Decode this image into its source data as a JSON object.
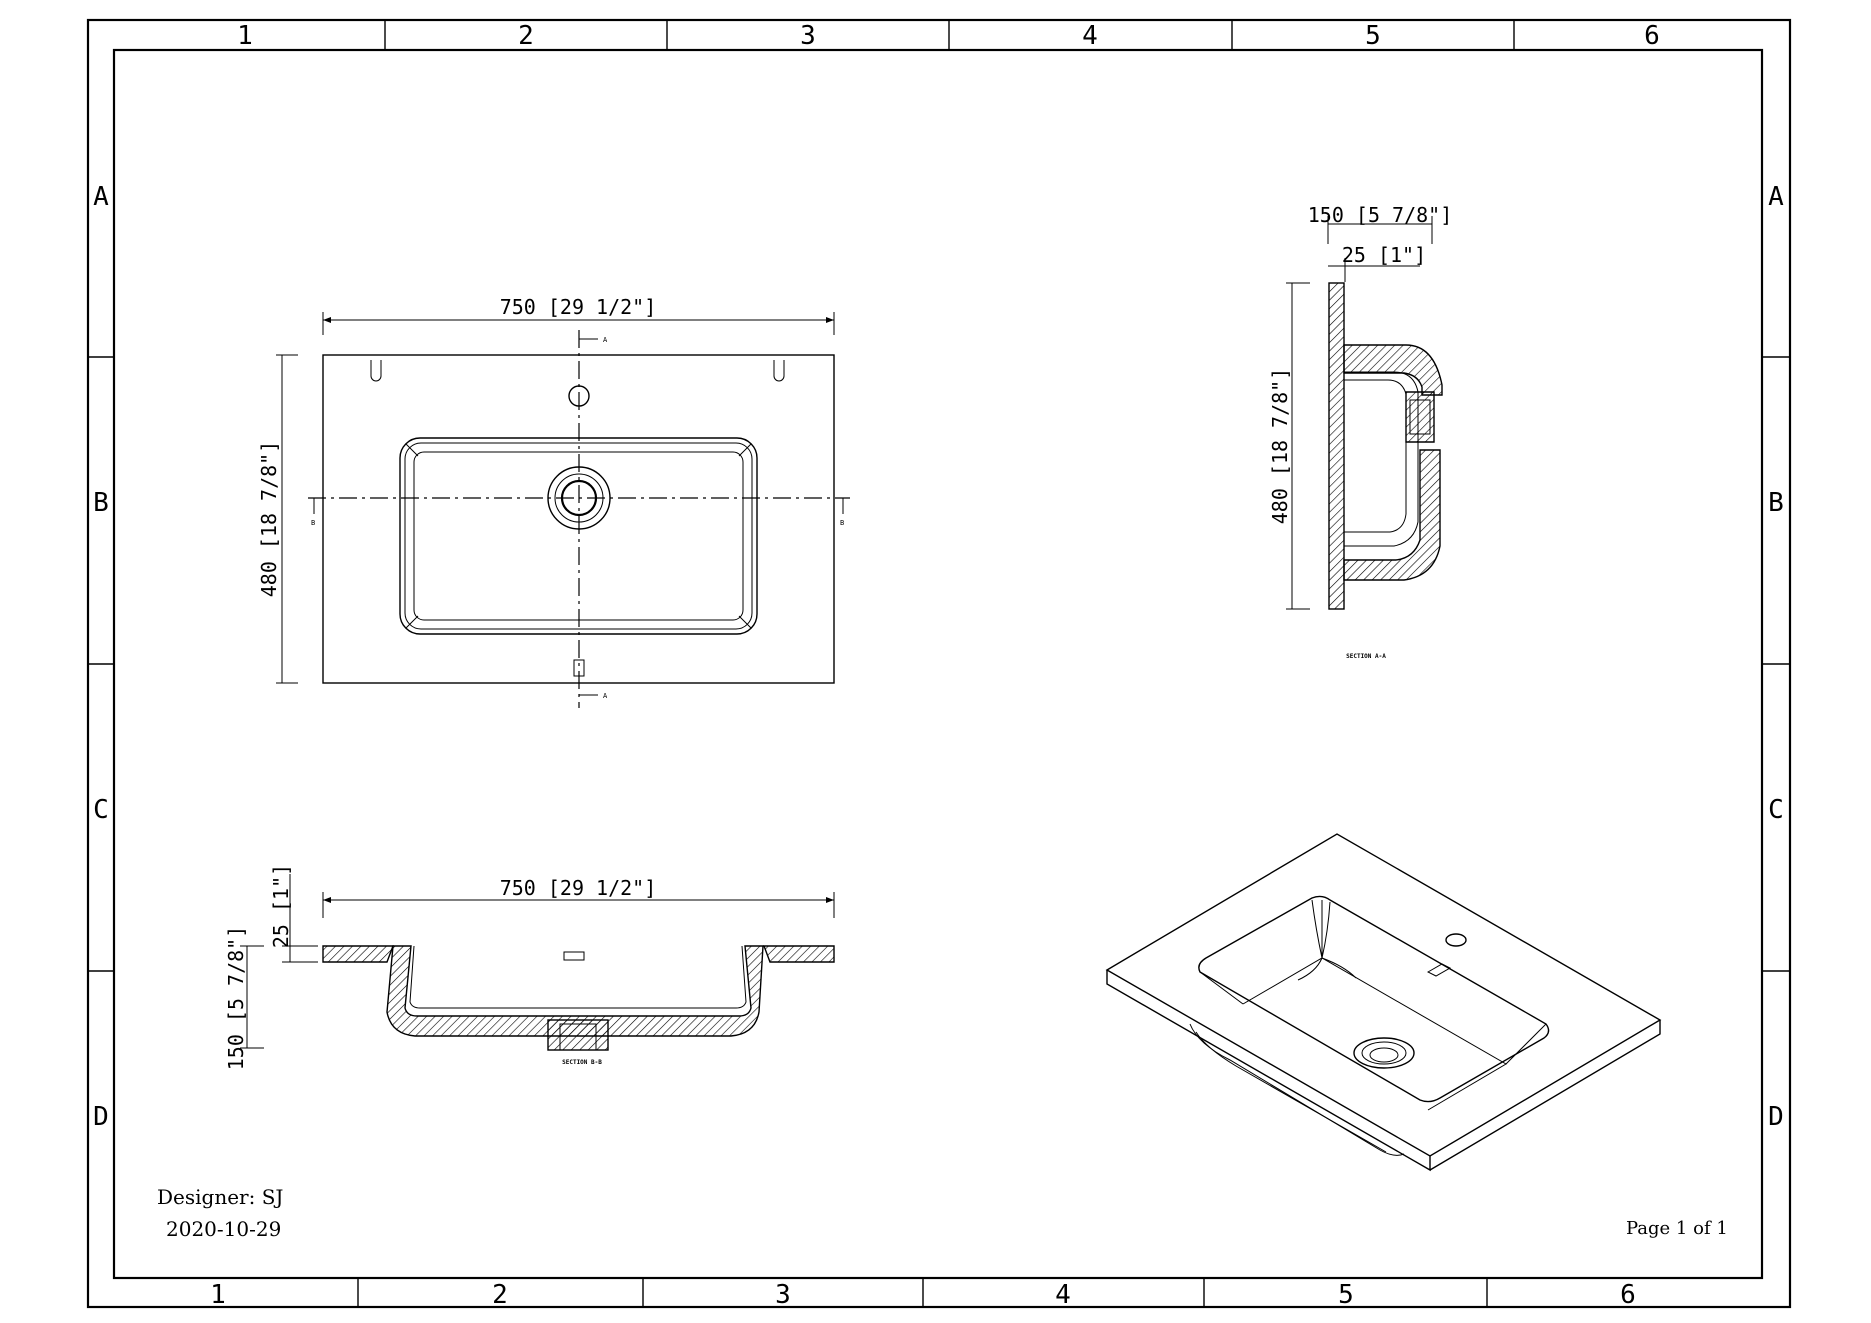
{
  "frame": {
    "columns": [
      "1",
      "2",
      "3",
      "4",
      "5",
      "6"
    ],
    "rows": [
      "A",
      "B",
      "C",
      "D"
    ]
  },
  "top_view": {
    "width_dim": "750 [29 1/2\"]",
    "depth_dim": "480 [18 7/8\"]",
    "section_a_mark": "A",
    "section_b_mark": "B"
  },
  "side_section": {
    "overall_height_dim": "150 [5 7/8\"]",
    "lip_dim": "25 [1\"]",
    "depth_dim": "480 [18 7/8\"]",
    "caption": "SECTION A-A"
  },
  "front_section": {
    "width_dim": "750 [29 1/2\"]",
    "lip_dim": "25 [1\"]",
    "height_dim": "150 [5 7/8\"]",
    "caption": "SECTION B-B"
  },
  "title_block": {
    "designer": "Designer: SJ",
    "date": "2020-10-29",
    "page": "Page 1 of 1"
  }
}
